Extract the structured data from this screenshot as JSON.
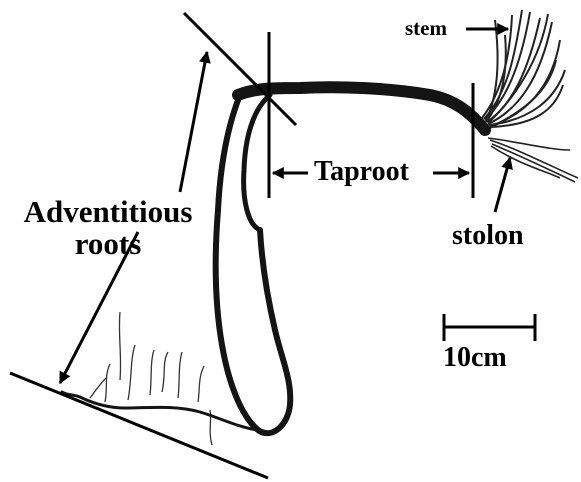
{
  "labels": {
    "stem": "stem",
    "taproot": "Taproot",
    "stolon": "stolon",
    "adventitious_line1": "Adventitious",
    "adventitious_line2": "roots",
    "scale": "10cm"
  },
  "colors": {
    "ink": "#000000",
    "root": "#141414",
    "background": "#ffffff"
  }
}
